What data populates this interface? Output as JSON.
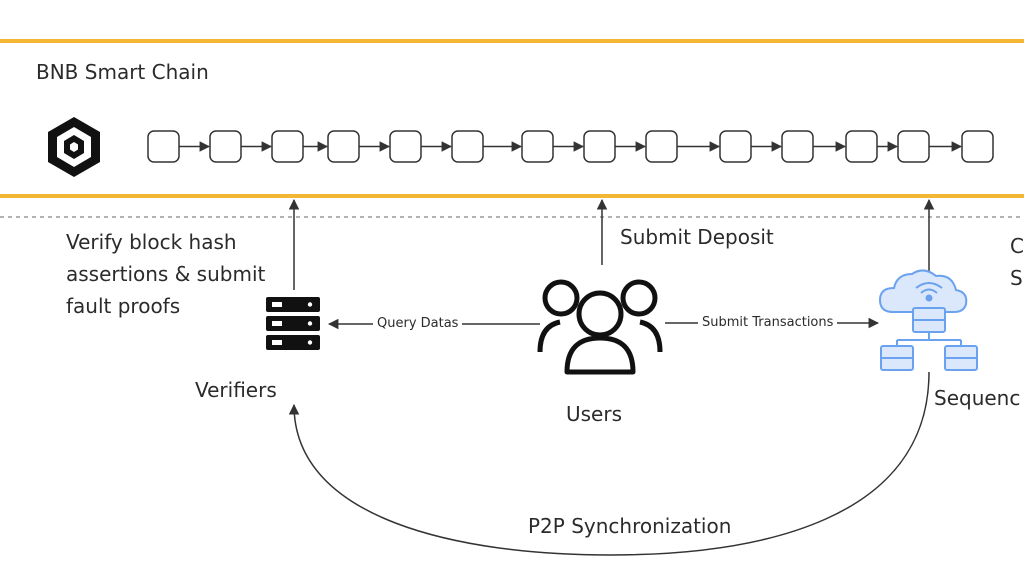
{
  "chain": {
    "title": "BNB Smart Chain",
    "block_count": 14,
    "band_color": "#f4b733"
  },
  "actors": {
    "verifiers": "Verifiers",
    "users": "Users",
    "sequencer": "Sequenc"
  },
  "labels": {
    "verify_assertions": "Verify block hash assertions & submit fault proofs",
    "submit_deposit": "Submit Deposit",
    "query_datas": "Query Datas",
    "submit_transactions": "Submit Transactions",
    "p2p_sync": "P2P Synchronization",
    "sequencer_side_text": "C T S a"
  },
  "icons": {
    "chain_logo": "bnb-logo-icon",
    "verifiers": "server-stack-icon",
    "users": "user-group-icon",
    "sequencer": "cloud-network-icon"
  },
  "colors": {
    "sequencer_icon": "#6aa2f0",
    "line": "#333333"
  }
}
